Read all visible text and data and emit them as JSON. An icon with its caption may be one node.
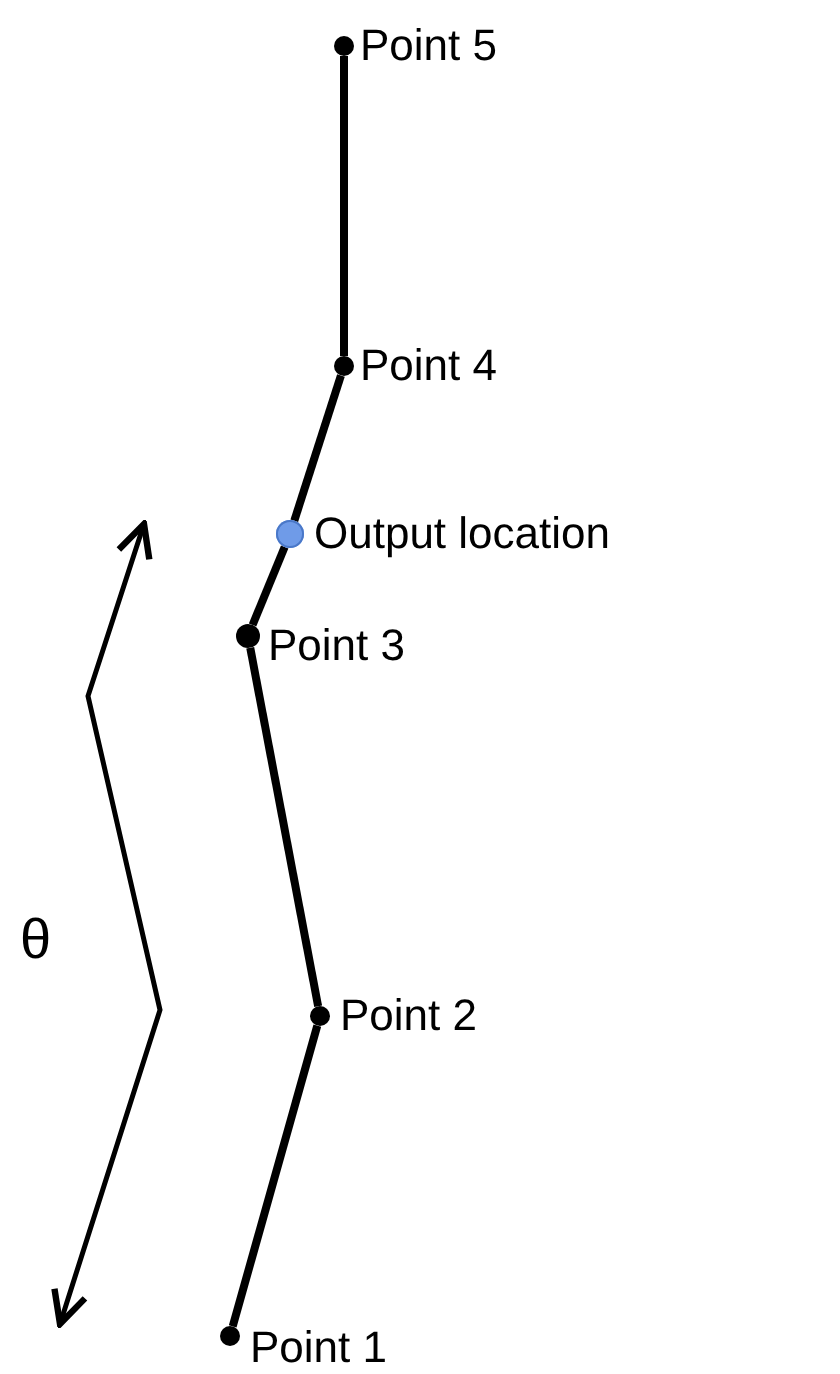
{
  "diagram": {
    "nodes": [
      {
        "text": [],
        "shape": "circle",
        "beside": [
          "Point 5"
        ]
      },
      {
        "text": [],
        "shape": "circle",
        "beside": [
          "Point 4"
        ]
      },
      {
        "text": [],
        "shape": "circle",
        "beside": [
          "Output location"
        ]
      },
      {
        "text": [],
        "shape": "circle",
        "beside": [
          "Point 3"
        ]
      },
      {
        "text": [],
        "shape": "circle",
        "beside": [
          "Point 2"
        ]
      },
      {
        "text": [],
        "shape": "circle",
        "beside": [
          "Point 1"
        ]
      }
    ],
    "edges": [
      {
        "from": 0,
        "to": 1,
        "arrow": "none"
      },
      {
        "from": 1,
        "to": 2,
        "arrow": "none"
      },
      {
        "from": 2,
        "to": 3,
        "arrow": "none"
      },
      {
        "from": 3,
        "to": 4,
        "arrow": "none"
      },
      {
        "from": 4,
        "to": 5,
        "arrow": "none"
      }
    ],
    "labels": [
      "θ"
    ]
  }
}
